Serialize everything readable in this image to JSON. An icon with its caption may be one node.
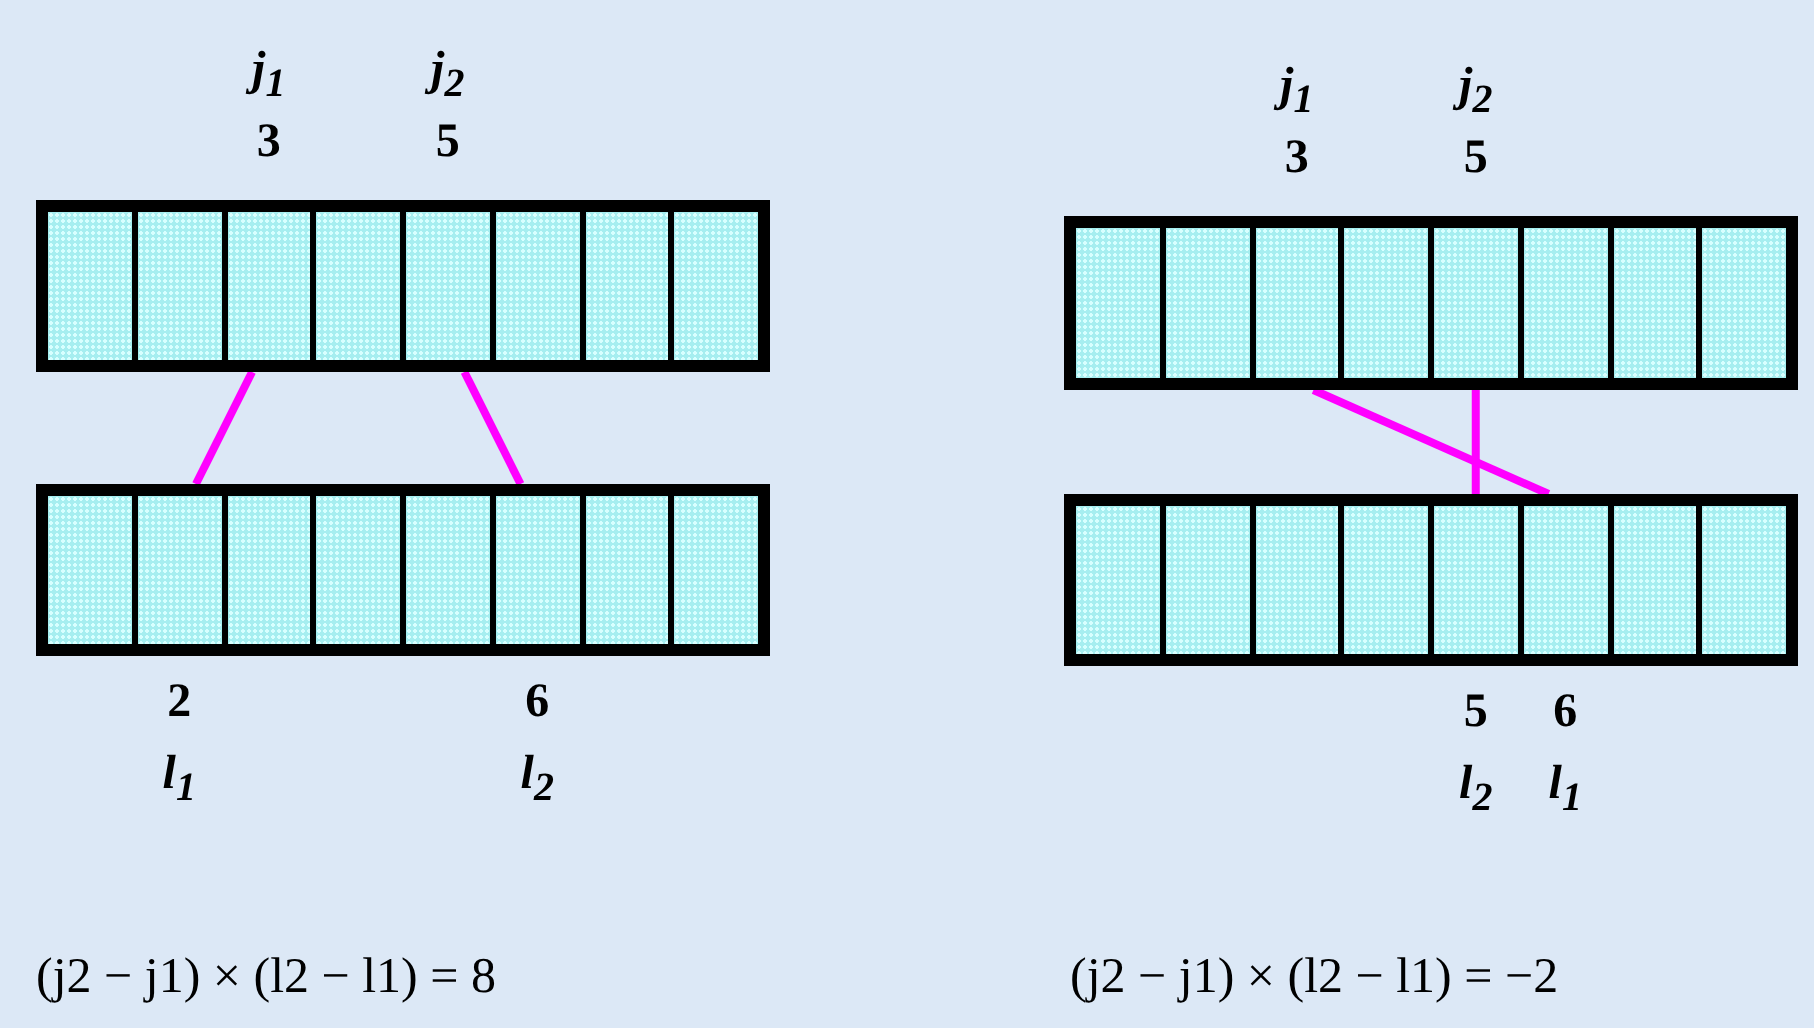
{
  "diagram": {
    "nodes": [
      {
        "text": [],
        "shape": "bar"
      },
      {
        "text": [],
        "shape": "box",
        "in": 0
      },
      {
        "text": [],
        "shape": "box",
        "in": 0
      },
      {
        "text": [],
        "shape": "box",
        "in": 0,
        "beside": [
          "j$_{1}$",
          "3"
        ]
      },
      {
        "text": [],
        "shape": "box",
        "in": 0
      },
      {
        "text": [],
        "shape": "box",
        "in": 0,
        "beside": [
          "j$_{2}$",
          "5"
        ]
      },
      {
        "text": [],
        "shape": "box",
        "in": 0
      },
      {
        "text": [],
        "shape": "box",
        "in": 0
      },
      {
        "text": [],
        "shape": "box",
        "in": 0
      },
      {
        "text": [],
        "shape": "bar"
      },
      {
        "text": [],
        "shape": "box",
        "in": 9
      },
      {
        "text": [],
        "shape": "box",
        "in": 9,
        "beside": [
          "2",
          "l$_{1}$"
        ]
      },
      {
        "text": [],
        "shape": "box",
        "in": 9
      },
      {
        "text": [],
        "shape": "box",
        "in": 9
      },
      {
        "text": [],
        "shape": "box",
        "in": 9
      },
      {
        "text": [],
        "shape": "box",
        "in": 9,
        "beside": [
          "6",
          "l$_{2}$"
        ]
      },
      {
        "text": [],
        "shape": "box",
        "in": 9
      },
      {
        "text": [],
        "shape": "box",
        "in": 9
      },
      {
        "text": [],
        "shape": "bar"
      },
      {
        "text": [],
        "shape": "box",
        "in": 18
      },
      {
        "text": [],
        "shape": "box",
        "in": 18
      },
      {
        "text": [],
        "shape": "box",
        "in": 18,
        "beside": [
          "j$_{1}$",
          "3"
        ]
      },
      {
        "text": [],
        "shape": "box",
        "in": 18
      },
      {
        "text": [],
        "shape": "box",
        "in": 18,
        "beside": [
          "j$_{2}$",
          "5"
        ]
      },
      {
        "text": [],
        "shape": "box",
        "in": 18
      },
      {
        "text": [],
        "shape": "box",
        "in": 18
      },
      {
        "text": [],
        "shape": "box",
        "in": 18
      },
      {
        "text": [],
        "shape": "bar"
      },
      {
        "text": [],
        "shape": "box",
        "in": 27
      },
      {
        "text": [],
        "shape": "box",
        "in": 27
      },
      {
        "text": [],
        "shape": "box",
        "in": 27
      },
      {
        "text": [],
        "shape": "box",
        "in": 27
      },
      {
        "text": [],
        "shape": "box",
        "in": 27,
        "beside": [
          "5",
          "l$_{2}$"
        ]
      },
      {
        "text": [],
        "shape": "box",
        "in": 27,
        "beside": [
          "6",
          "l$_{1}$"
        ]
      },
      {
        "text": [],
        "shape": "box",
        "in": 27
      },
      {
        "text": [],
        "shape": "box",
        "in": 27
      }
    ],
    "edges": [
      {
        "from": 3,
        "to": 11,
        "arrow": "none"
      },
      {
        "from": 5,
        "to": 15,
        "arrow": "none"
      },
      {
        "from": 21,
        "to": 33,
        "arrow": "none"
      },
      {
        "from": 23,
        "to": 32,
        "arrow": "none"
      }
    ],
    "labels": [
      "(j2 − j1) × (l2 − l1) = 8",
      "(j2 − j1) × (l2 − l1) = −2"
    ]
  }
}
